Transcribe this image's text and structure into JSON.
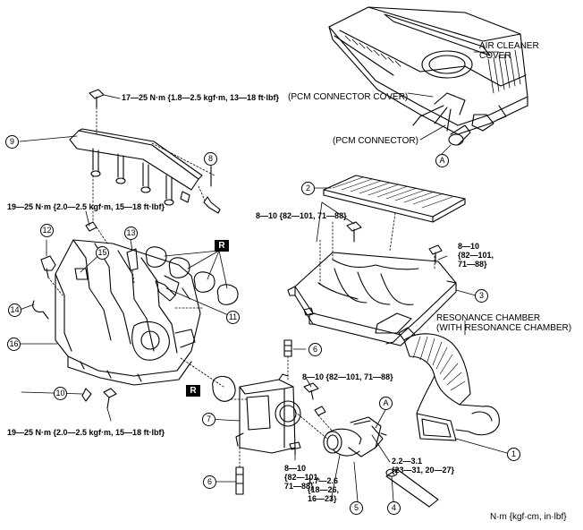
{
  "labels": {
    "air_cleaner_cover": "AIR CLEANER\nCOVER",
    "pcm_connector_cover": "(PCM CONNECTOR COVER)",
    "pcm_connector": "(PCM CONNECTOR)",
    "resonance_chamber": "RESONANCE CHAMBER\n(WITH RESONANCE CHAMBER)",
    "unit_note": "N·m {kgf·cm, in·lbf}"
  },
  "torques": {
    "t_top": "17—25 N·m {1.8—2.5 kgf·m, 13—18 ft·lbf}",
    "t_left_upper": "19—25 N·m {2.0—2.5 kgf·m, 15—18 ft·lbf}",
    "t_left_lower": "19—25 N·m {2.0—2.5 kgf·m, 15—18 ft·lbf}",
    "t_cleaner_left": "8—10 {82—101, 71—88}",
    "t_cleaner_right": "8—10\n{82—101,\n71—88}",
    "t_throttle_upper": "8—10 {82—101, 71—88}",
    "t_throttle_lower": "8—10\n{82—101,\n71—88}",
    "t_clamp_a": "2.2—3.1\n{23—31, 20—27}",
    "t_clamp_b": "1.7—2.6\n{18—26,\n16—23}"
  },
  "callouts": {
    "c1": "1",
    "c2": "2",
    "c3": "3",
    "c4": "4",
    "c5": "5",
    "c6a": "6",
    "c6b": "6",
    "c7": "7",
    "c8": "8",
    "c9": "9",
    "c10": "10",
    "c11": "11",
    "c12": "12",
    "c13": "13",
    "c14": "14",
    "c15": "15",
    "c16": "16",
    "ca1": "A",
    "ca2": "A"
  },
  "replace_marks": {
    "r1": "R",
    "r2": "R"
  }
}
